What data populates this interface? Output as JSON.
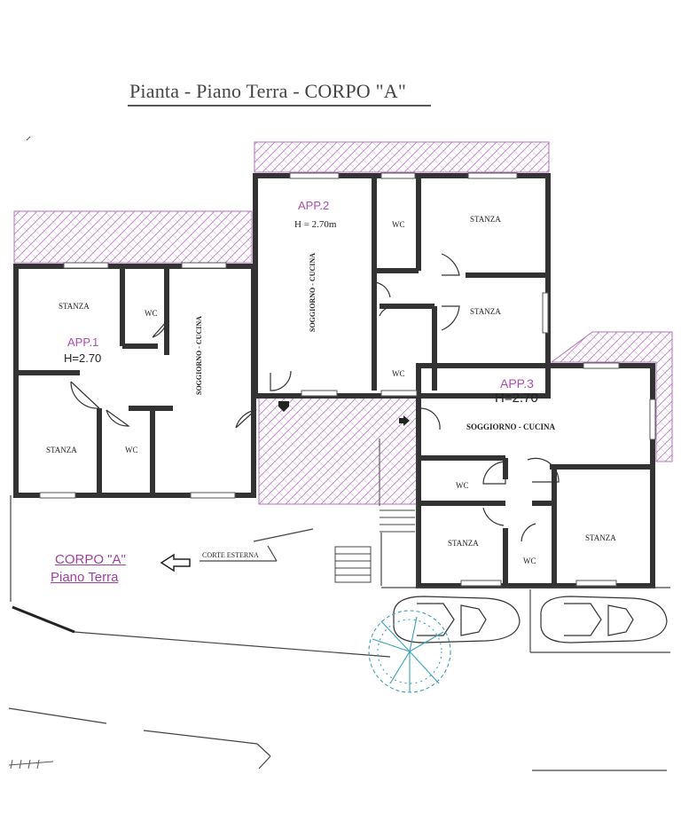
{
  "title": "Pianta  - Piano Terra  - CORPO \"A\"",
  "colors": {
    "wall": "#3a3a3a",
    "accent": "#b04cb0",
    "hatch": "#c070c0",
    "tree": "#3aa0b8"
  },
  "app1": {
    "label": "APP.1",
    "height": "H=2.70",
    "stanza_top": "STANZA",
    "stanza_bottom": "STANZA",
    "wc_top": "WC",
    "wc_bottom": "WC",
    "soggiorno": "SOGGIORNO - CUCINA"
  },
  "app2": {
    "label": "APP.2",
    "height": "H = 2.70m",
    "soggiorno": "SOGGIORNO - CUCINA",
    "wc_top": "WC",
    "wc_bottom": "WC",
    "stanza_top": "STANZA",
    "stanza_mid": "STANZA"
  },
  "app3": {
    "label": "APP.3",
    "height": "H=2.70",
    "soggiorno": "SOGGIORNO - CUCINA",
    "wc_left": "WC",
    "wc_bottom": "WC",
    "stanza_left": "STANZA",
    "stanza_right": "STANZA"
  },
  "corte": "CORTE ESTERNA",
  "corpo": {
    "line1": "CORPO \"A\"",
    "line2": "Piano Terra"
  },
  "icons": [
    "door-arc-icon",
    "entry-arrow-icon",
    "tree-icon",
    "car-icon",
    "stair-icon",
    "direction-arrow-icon"
  ]
}
